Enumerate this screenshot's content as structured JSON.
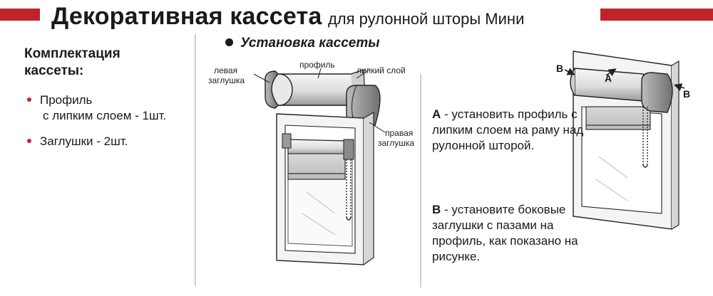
{
  "header": {
    "title_main": "Декоративная кассета",
    "title_sub": "для рулонной шторы Мини",
    "accent_color": "#c0232b"
  },
  "kit": {
    "title": "Комплектация кассеты:",
    "items": [
      {
        "line1": "Профиль",
        "line2": "с липким слоем - 1шт."
      },
      {
        "line1": "Заглушки - 2шт.",
        "line2": ""
      }
    ]
  },
  "install": {
    "title": "Установка кассеты",
    "labels": {
      "left_cap_1": "левая",
      "left_cap_2": "заглушка",
      "profile": "профиль",
      "sticky": "липкий слой",
      "right_cap_1": "правая",
      "right_cap_2": "заглушка"
    }
  },
  "steps": {
    "a_letter": "A",
    "a_text": " - установить профиль с липким слоем на раму над рулонной шторой.",
    "b_letter": "B",
    "b_text": " - установите боковые заглушки с пазами на профиль, как показано на рисунке."
  },
  "markers": {
    "a": "A",
    "b_left": "B",
    "b_right": "B"
  }
}
